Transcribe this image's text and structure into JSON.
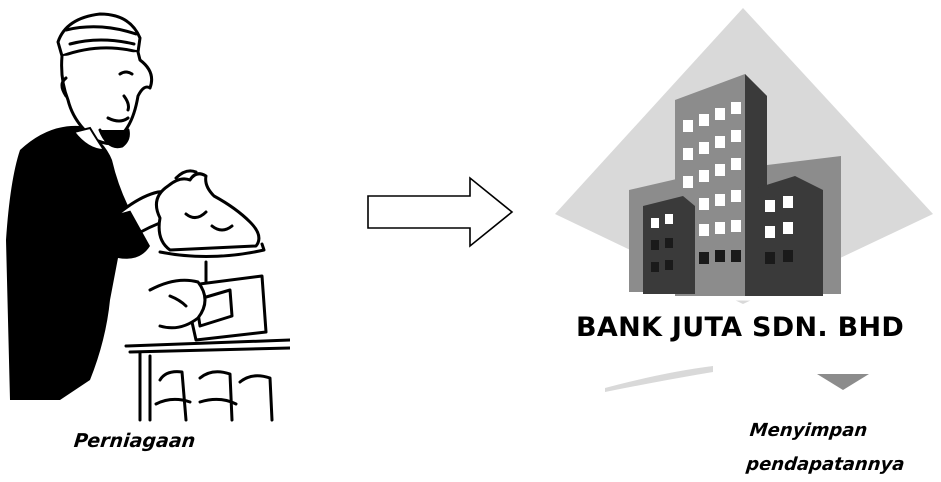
{
  "merchant": {
    "icon": "merchant-weighing-goods-illustration",
    "caption": "Perniagaan"
  },
  "arrow": {
    "icon": "right-arrow-outline"
  },
  "bank": {
    "icon": "bank-building-illustration",
    "name": "BANK JUTA SDN. BHD",
    "caption_lines": [
      "Menyimpan",
      "pendapatannya"
    ]
  },
  "colors": {
    "ink": "#000000",
    "diamond": "#d9d9d9",
    "building_dark": "#3a3a3a",
    "building_mid": "#8c8c8c",
    "window": "#ffffff"
  }
}
